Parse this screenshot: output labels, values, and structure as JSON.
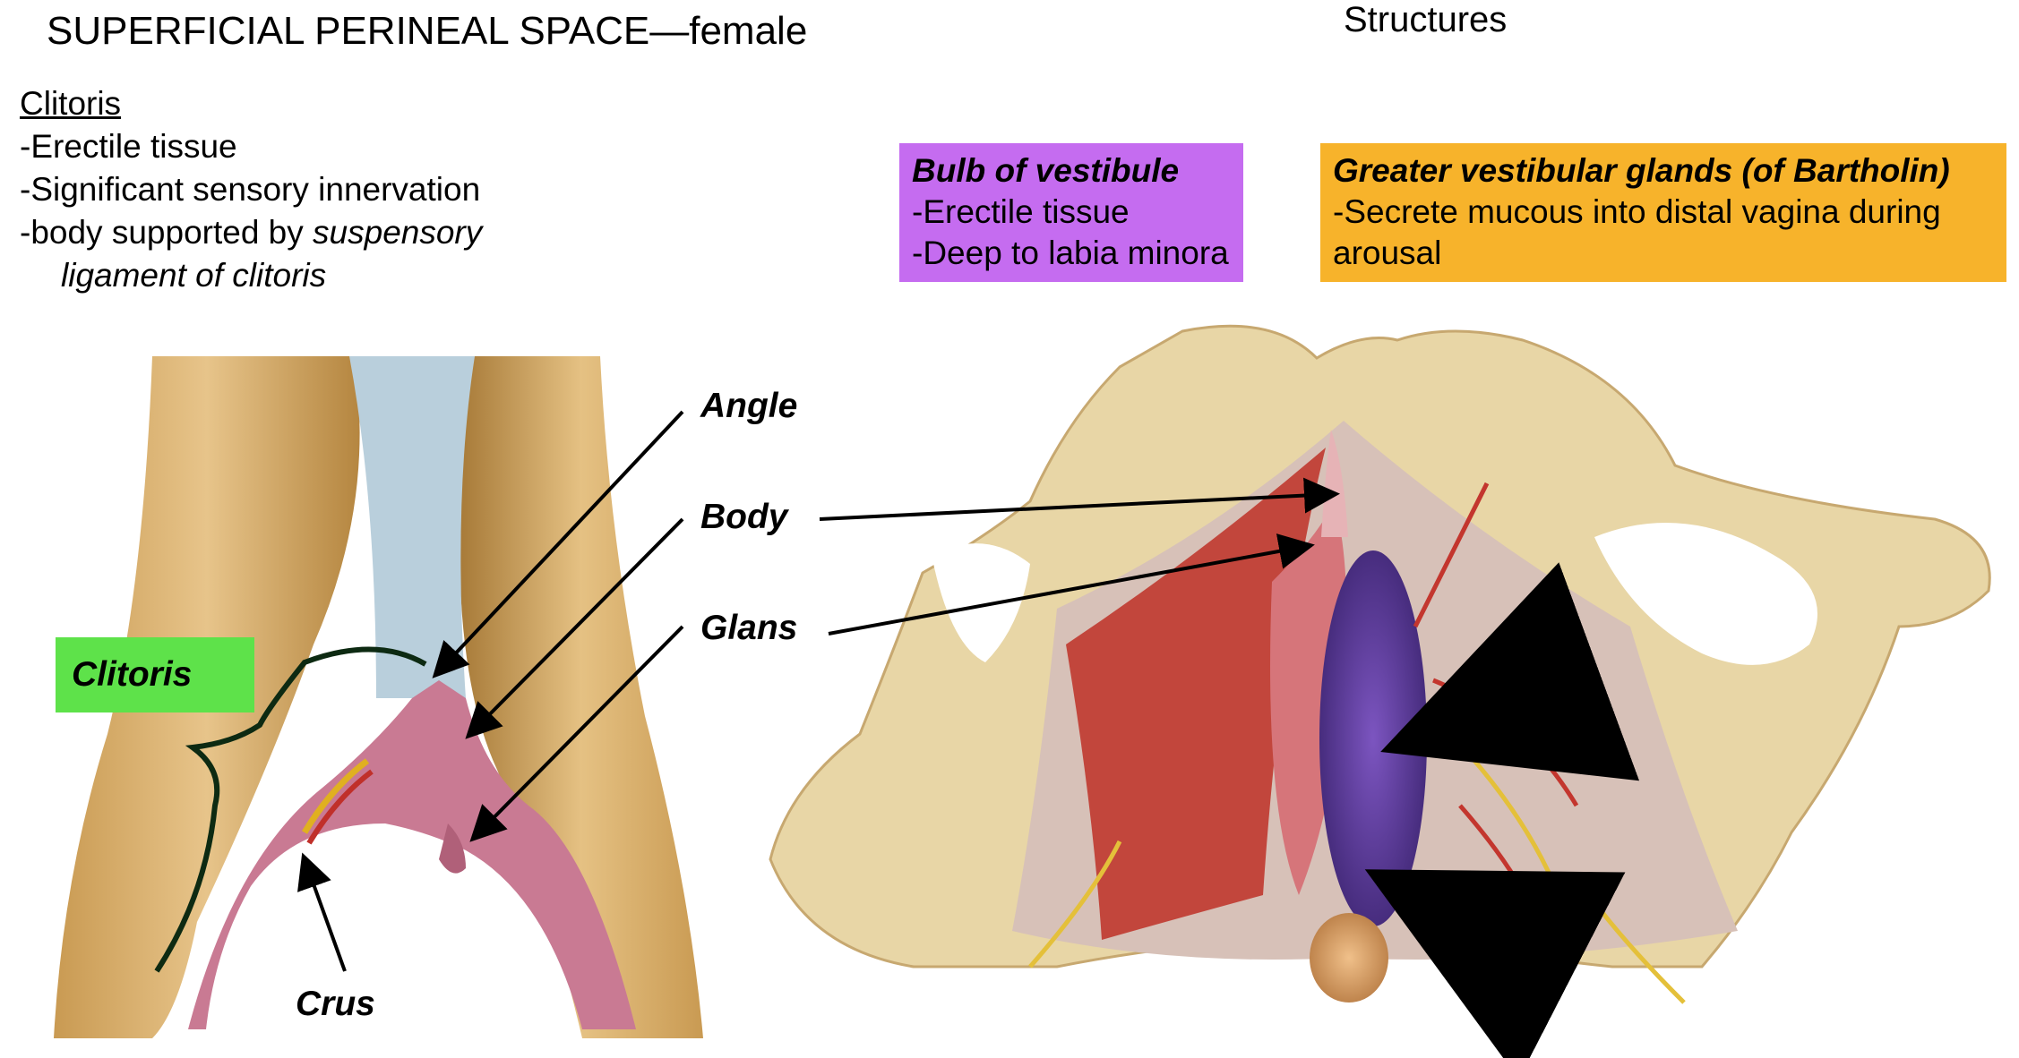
{
  "title": "SUPERFICIAL PERINEAL SPACE—female",
  "header_right": "Structures",
  "clitoris_notes": {
    "heading": "Clitoris",
    "line1": "-Erectile tissue",
    "line2": "-Significant sensory innervation",
    "line3_prefix": "-body supported by ",
    "line3_italic": "suspensory",
    "line4_italic": "ligament of clitoris"
  },
  "bulb_box": {
    "heading": "Bulb of vestibule",
    "line1": "-Erectile tissue",
    "line2": "-Deep to labia minora",
    "color": "#c56cf0"
  },
  "glands_box": {
    "heading": "Greater vestibular glands (of Bartholin)",
    "line1": "-Secrete mucous into distal vagina during",
    "line2": "arousal",
    "color": "#f7b32b"
  },
  "labels": {
    "clitoris": "Clitoris",
    "angle": "Angle",
    "body": "Body",
    "glans": "Glans",
    "crus": "Crus"
  },
  "colors": {
    "clitoris_tag": "#5ee24a",
    "erectile_pink": "#c97a93",
    "bone": "#e8d6a6",
    "bulb_purple": "#5a3a8e",
    "gland_tan": "#d9a26a"
  }
}
